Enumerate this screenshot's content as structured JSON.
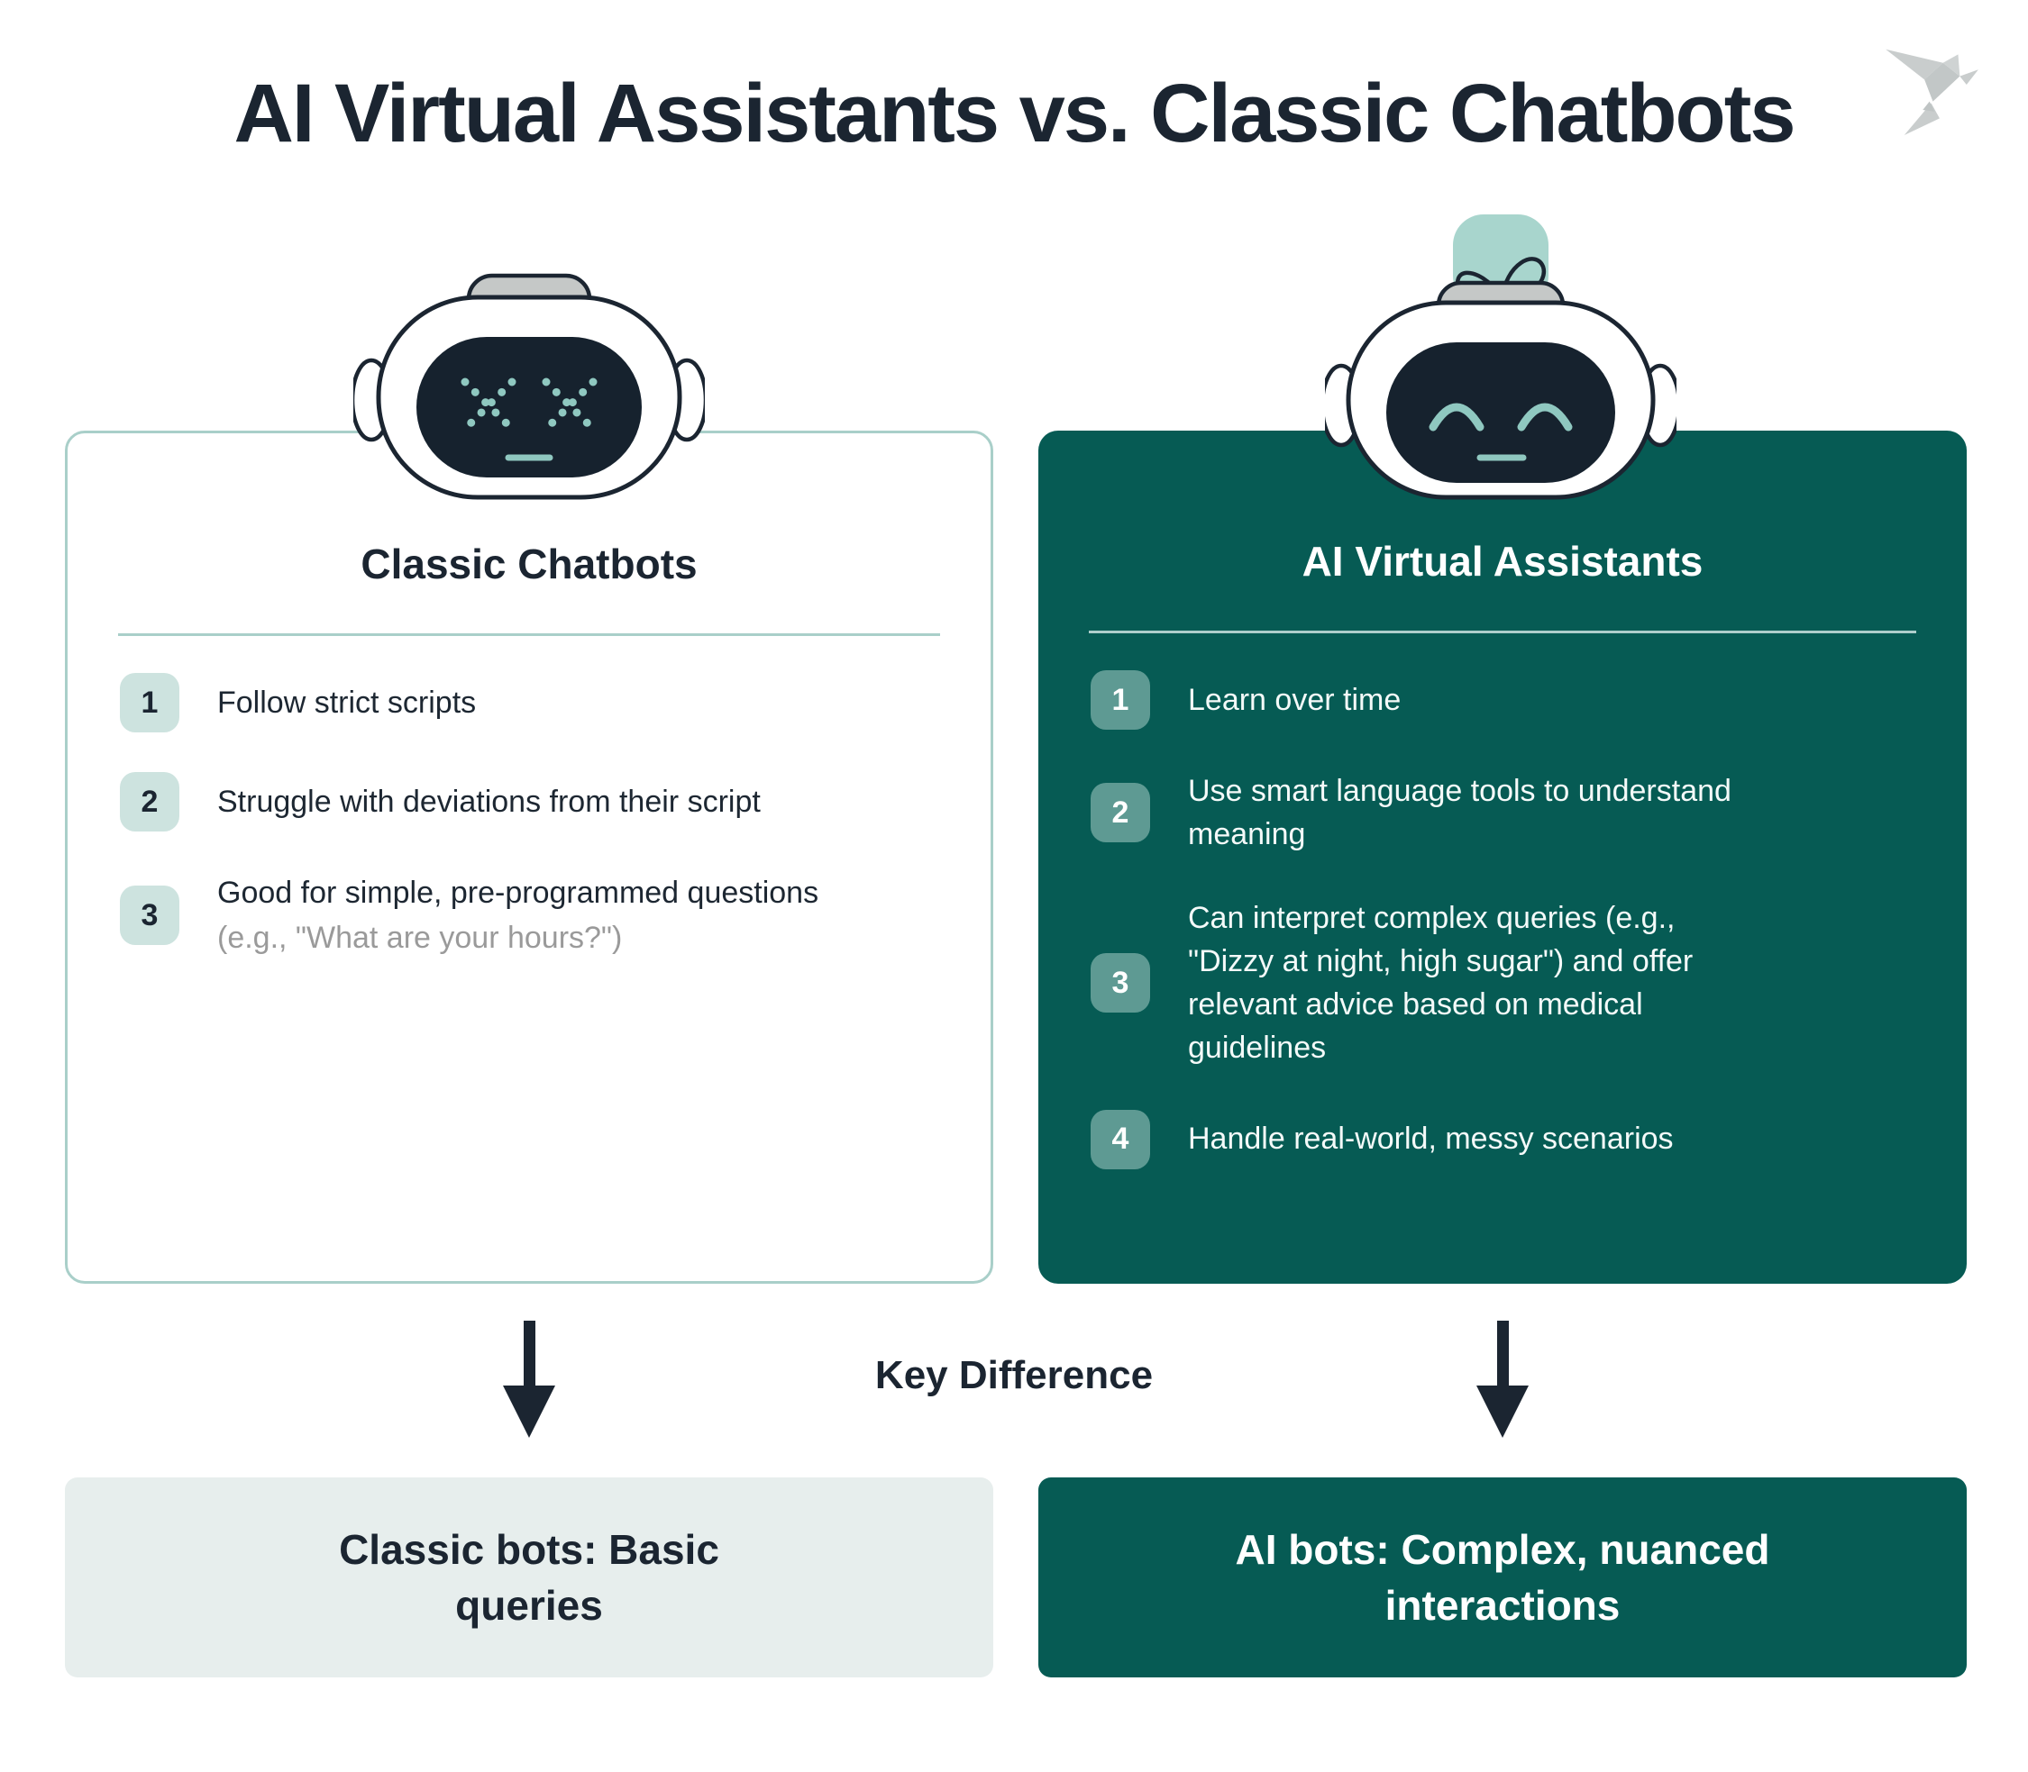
{
  "page": {
    "title": "AI Virtual Assistants vs. Classic Chatbots"
  },
  "brand": {
    "logo_icon": "origami-bird",
    "logo_color": "#C9CDCD"
  },
  "cards": {
    "left": {
      "title": "Classic Chatbots",
      "items": [
        {
          "num": "1",
          "text": "Follow strict scripts"
        },
        {
          "num": "2",
          "text": "Struggle with deviations from their script"
        },
        {
          "num": "3",
          "text": "Good for simple, pre-programmed questions",
          "example": "(e.g., \"What are your hours?\")"
        }
      ]
    },
    "right": {
      "title": "AI Virtual Assistants",
      "items": [
        {
          "num": "1",
          "text": "Learn over time"
        },
        {
          "num": "2",
          "text": "Use smart language tools to understand meaning"
        },
        {
          "num": "3",
          "text": "Can interpret complex queries (e.g., \"Dizzy at night, high sugar\") and offer relevant advice based on medical guidelines"
        },
        {
          "num": "4",
          "text": "Handle real-world, messy scenarios"
        }
      ]
    }
  },
  "key_difference": {
    "label": "Key Difference",
    "arrow_icon": "down-arrow"
  },
  "summary": {
    "left": "Classic bots: Basic queries",
    "right": "AI bots: Complex, nuanced interactions"
  },
  "robots": {
    "left_icon": "classic-robot-dead-face",
    "right_icon": "ai-robot-happy-face-sprout"
  },
  "colors": {
    "dark_navy_text": "#1B2531",
    "teal_card": "#065B54",
    "light_border": "#A9CFC9",
    "light_badge": "#CDE3DF",
    "dark_badge": "#5E9A93",
    "robot_screen": "#16222E",
    "robot_accent": "#8FC8C0",
    "sprout_blob": "#A8D5CD",
    "summary_light_bg": "#E7EEED",
    "example_gray": "#9A9A9A"
  }
}
